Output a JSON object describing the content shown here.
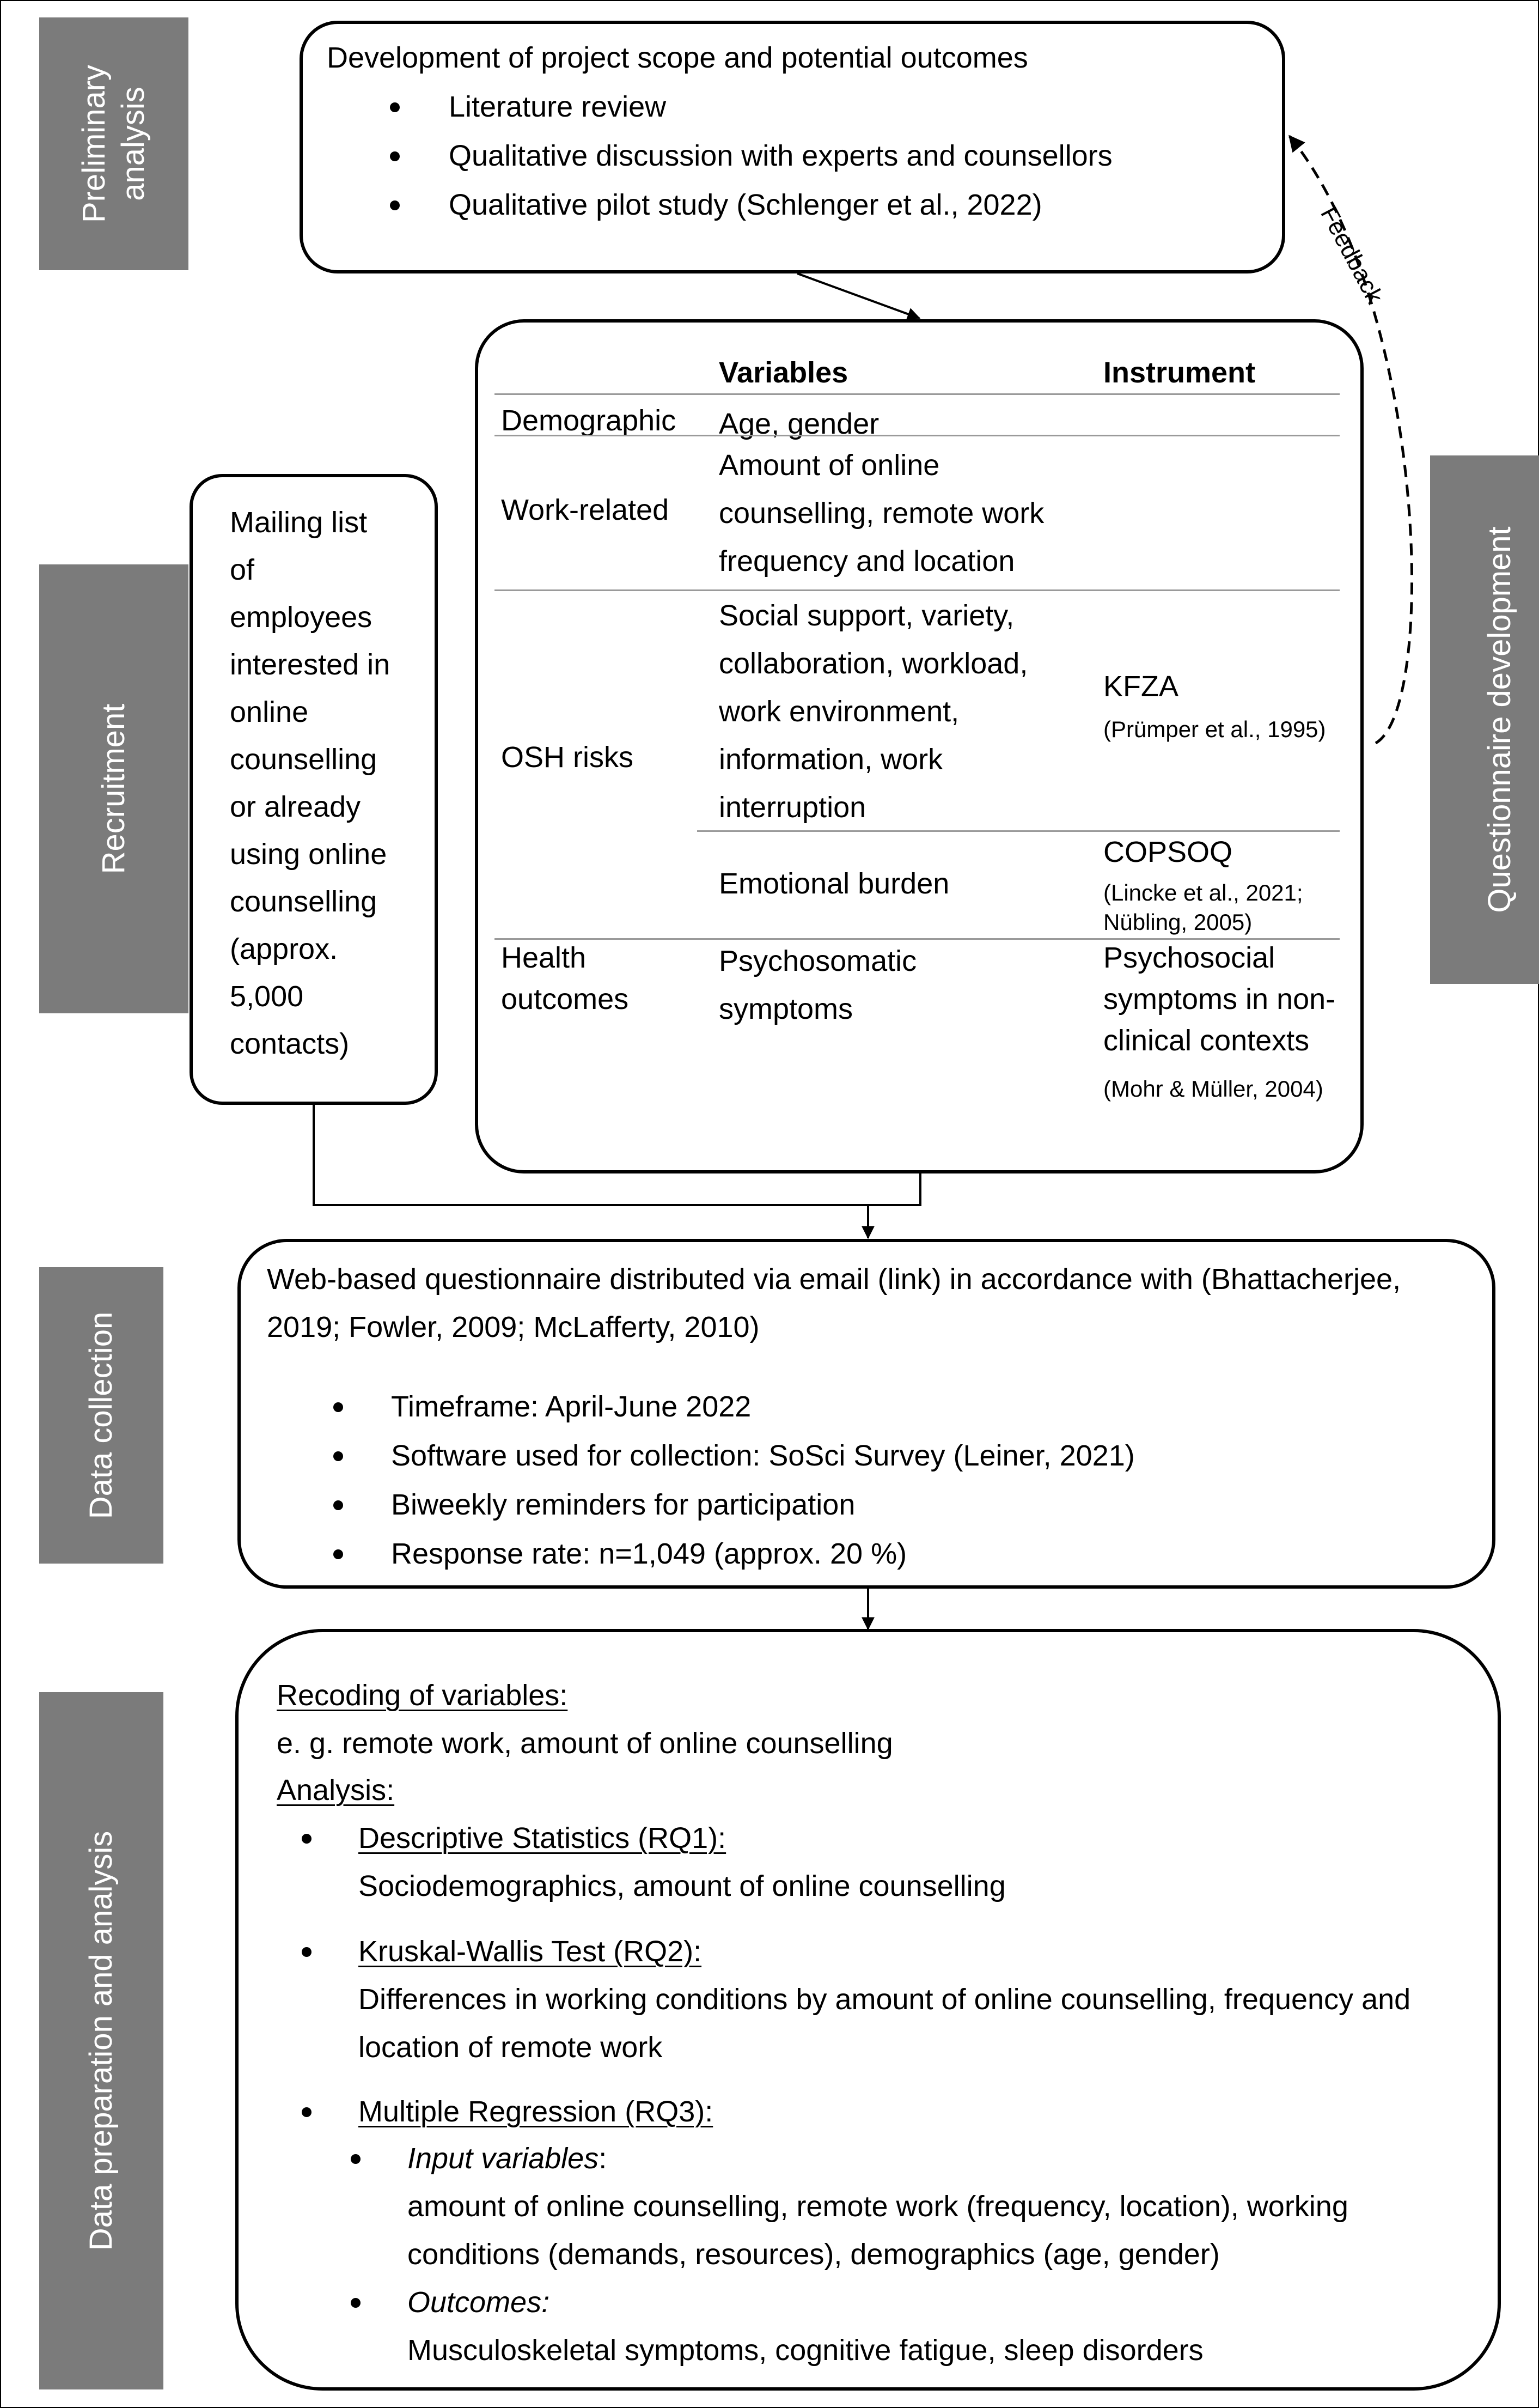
{
  "stages": {
    "preliminary": [
      "Preliminary",
      "analysis"
    ],
    "recruitment": "Recruitment",
    "questionnaire": "Questionnaire development",
    "data_collection": "Data collection",
    "data_analysis": "Data preparation and analysis"
  },
  "feedback_label": "Feedback",
  "scope_box": {
    "title": "Development of project scope and potential outcomes",
    "bullets": [
      "Literature review",
      "Qualitative discussion with experts and counsellors",
      "Qualitative pilot study (Schlenger et al., 2022)"
    ]
  },
  "mailing_box": {
    "lines": [
      "Mailing list",
      "of",
      "employees",
      "interested in",
      "online",
      "counselling",
      "or already",
      "using online",
      "counselling",
      "(approx.",
      "5,000",
      "contacts)"
    ]
  },
  "variables_table": {
    "col_variables": "Variables",
    "col_instrument": "Instrument",
    "rows": [
      {
        "category": "Demographic",
        "variables": [
          "Age, gender"
        ]
      },
      {
        "category": "Work-related",
        "variables": [
          "Amount of online",
          "counselling, remote work",
          "frequency and location"
        ]
      },
      {
        "category": "OSH risks",
        "variables": [
          "Social support, variety,",
          "collaboration, workload,",
          "work environment,",
          "information, work",
          "interruption"
        ],
        "instrument": "KFZA",
        "instrument_ref": [
          "(Prümper et al., 1995)"
        ]
      },
      {
        "category": "",
        "variables": [
          "Emotional burden"
        ],
        "instrument": "COPSOQ",
        "instrument_ref": [
          "(Lincke et al., 2021;",
          "Nübling, 2005)"
        ]
      },
      {
        "category": [
          "Health",
          "outcomes"
        ],
        "variables": [
          "Psychosomatic",
          "symptoms"
        ],
        "instrument": [
          "Psychosocial",
          "symptoms in non-",
          "clinical contexts"
        ],
        "instrument_ref": [
          "(Mohr & Müller, 2004)"
        ]
      }
    ]
  },
  "collection_box": {
    "intro": [
      "Web-based questionnaire distributed via email (link) in accordance with (Bhattacherjee,",
      "2019; Fowler, 2009; McLafferty, 2010)"
    ],
    "bullets": [
      "Timeframe: April-June 2022",
      "Software used for collection: SoSci Survey (Leiner,  2021)",
      "Biweekly reminders for participation",
      "Response rate: n=1,049 (approx. 20 %)"
    ]
  },
  "analysis_box": {
    "recoding_heading": "Recoding of variables:",
    "recoding_text": "e. g. remote work, amount of online counselling",
    "analysis_heading": "Analysis:",
    "items": [
      {
        "heading": "Descriptive Statistics (RQ1):",
        "text": [
          "Sociodemographics, amount of online counselling"
        ]
      },
      {
        "heading": "Kruskal-Wallis Test (RQ2):",
        "text": [
          "Differences in working conditions by amount of online counselling, frequency and",
          "location of remote work"
        ]
      },
      {
        "heading": "Multiple Regression (RQ3):",
        "text": []
      }
    ],
    "sub_items": [
      {
        "label": "Input variables",
        "suffix": ":",
        "text": [
          "amount of online counselling, remote work (frequency, location), working",
          "conditions (demands, resources), demographics (age, gender)"
        ]
      },
      {
        "label": "Outcomes:",
        "suffix": "",
        "text": [
          "Musculoskeletal symptoms, cognitive fatigue, sleep disorders"
        ]
      }
    ]
  }
}
